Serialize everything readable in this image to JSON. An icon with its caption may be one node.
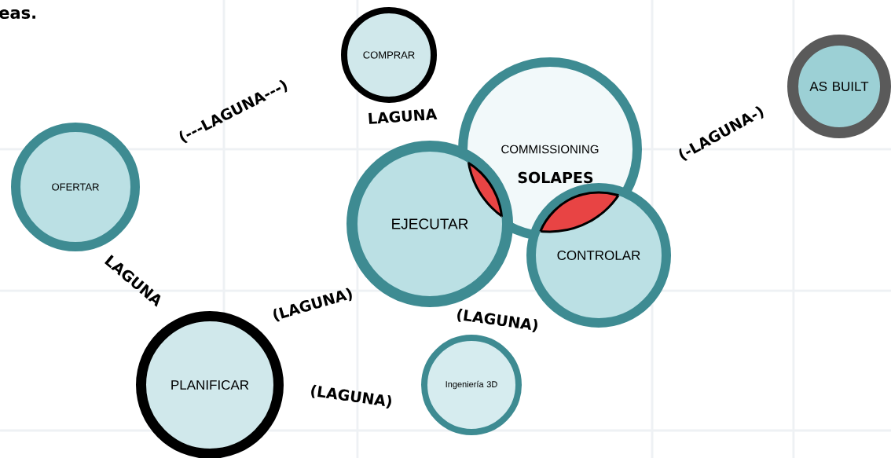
{
  "diagram": {
    "nodes": [
      {
        "text": [
          "COMPRAR"
        ]
      },
      {
        "text": [
          "AS BUILT"
        ]
      },
      {
        "text": [
          "COMMISSIONING"
        ]
      },
      {
        "text": [
          "OFERTAR"
        ]
      },
      {
        "text": [
          "EJECUTAR"
        ]
      },
      {
        "text": [
          "CONTROLAR"
        ]
      },
      {
        "text": [
          "Ingeniería 3D"
        ]
      },
      {
        "text": [
          "PLANIFICAR"
        ]
      }
    ],
    "labels": [
      "eas.",
      "(---LAGUNA---)",
      "LAGUNA",
      "(-LAGUNA-)",
      "SOLAPES",
      "LAGUNA",
      "(LAGUNA)",
      "(LAGUNA)",
      "(LAGUNA)"
    ]
  }
}
